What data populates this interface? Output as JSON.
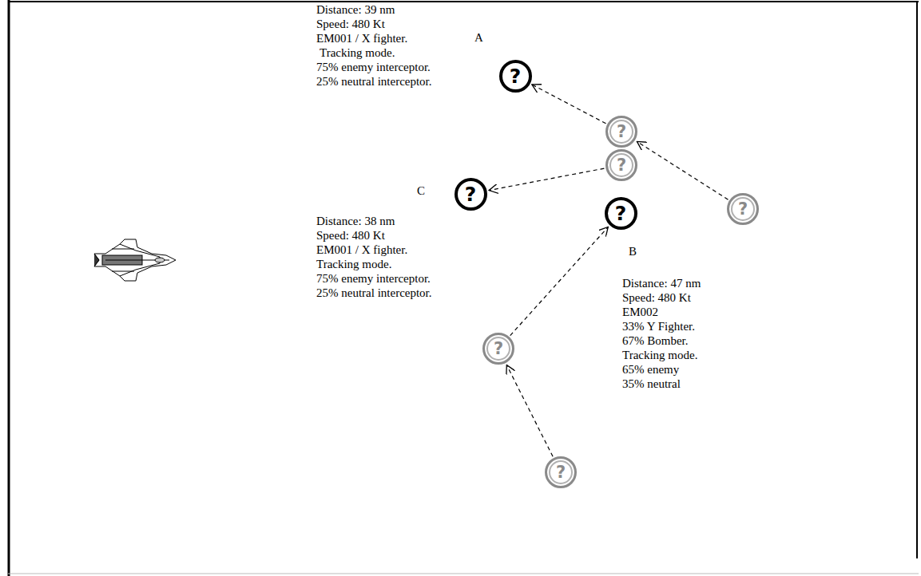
{
  "diagram": {
    "nodes": [
      {
        "text": [
          "?"
        ]
      },
      {
        "text": [
          "?"
        ]
      },
      {
        "text": [
          "?"
        ]
      },
      {
        "text": [
          "?"
        ]
      },
      {
        "text": [
          "?"
        ]
      },
      {
        "text": [
          "?"
        ]
      },
      {
        "text": [
          "?"
        ]
      },
      {
        "text": [
          "?"
        ]
      }
    ],
    "edges": [
      {
        "from": 5,
        "to": 1,
        "arrow": "to"
      },
      {
        "from": 1,
        "to": 0,
        "arrow": "to"
      },
      {
        "from": 2,
        "to": 3,
        "arrow": "to"
      },
      {
        "from": 7,
        "to": 6,
        "arrow": "to"
      },
      {
        "from": 6,
        "to": 4,
        "arrow": "to"
      }
    ],
    "labels": [
      "Distance: 39 nm",
      "Speed: 480 Kt",
      "EM001 / X fighter.",
      "Tracking mode.",
      "75% enemy interceptor.",
      "25% neutral interceptor.",
      "A",
      "C",
      "Distance: 38 nm",
      "Speed: 480 Kt",
      "EM001 / X fighter.",
      "Tracking mode.",
      "75% enemy interceptor.",
      "25% neutral interceptor.",
      "B",
      "Distance: 47 nm",
      "Speed: 480 Kt",
      "EM002",
      "33% Y Fighter.",
      "67% Bomber.",
      "Tracking mode.",
      "65% enemy",
      "35% neutral"
    ]
  }
}
